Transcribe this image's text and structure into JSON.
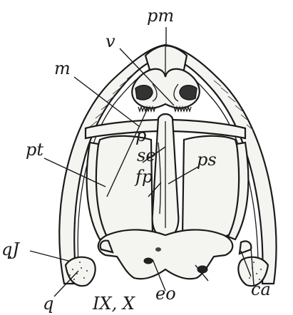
{
  "figure": {
    "labels": {
      "pm": "pm",
      "v": "v",
      "m": "m",
      "p": "p",
      "pt": "pt",
      "se": "se",
      "ps": "ps",
      "fp": "fp",
      "qj": "qJ",
      "q": "q",
      "eo": "eo",
      "nerves": "IX, X",
      "ca": "ca"
    }
  }
}
